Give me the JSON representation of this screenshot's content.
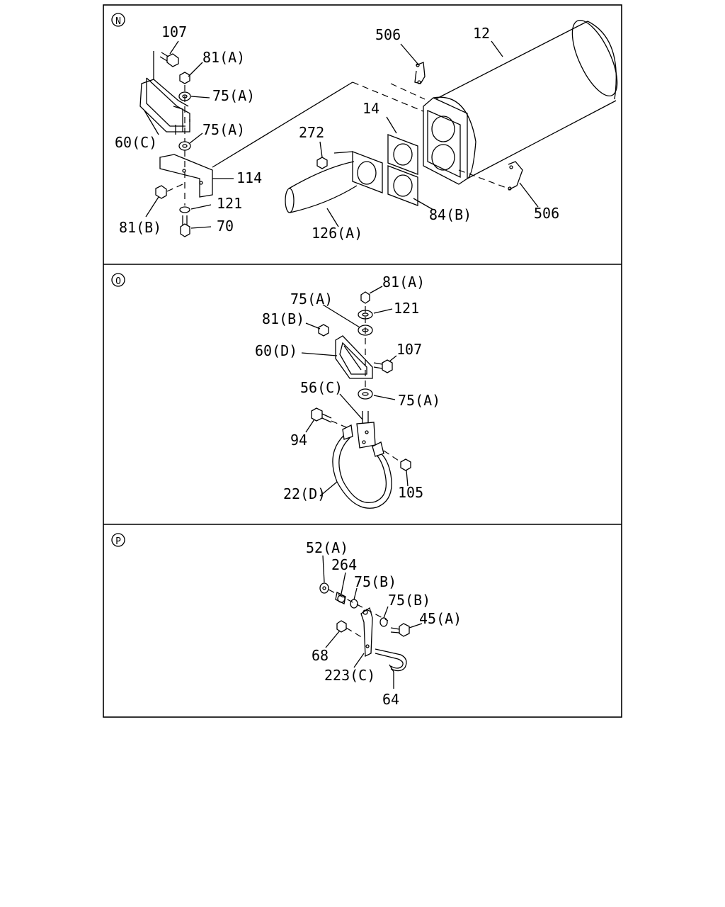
{
  "panels": [
    {
      "id": "N",
      "badge": "N",
      "labels": [
        "107",
        "81(A)",
        "75(A)",
        "60(C)",
        "75(A)",
        "114",
        "81(B)",
        "121",
        "70",
        "506",
        "12",
        "14",
        "272",
        "84(B)",
        "506",
        "126(A)"
      ]
    },
    {
      "id": "O",
      "badge": "O",
      "labels": [
        "81(A)",
        "75(A)",
        "121",
        "81(B)",
        "107",
        "60(D)",
        "56(C)",
        "75(A)",
        "94",
        "22(D)",
        "105"
      ]
    },
    {
      "id": "P",
      "badge": "P",
      "labels": [
        "52(A)",
        "264",
        "75(B)",
        "75(B)",
        "45(A)",
        "68",
        "223(C)",
        "64"
      ]
    }
  ]
}
